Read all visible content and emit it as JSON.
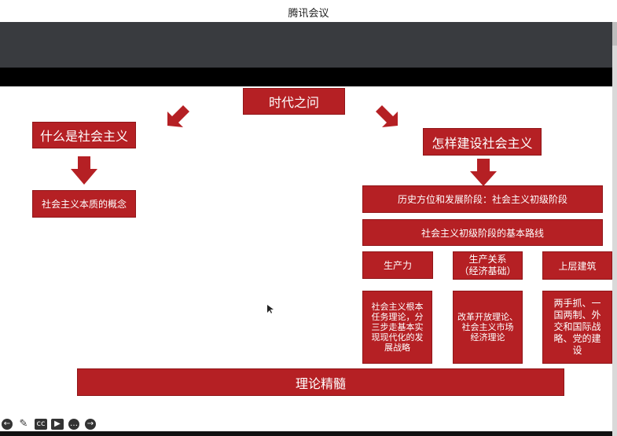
{
  "window": {
    "title": "腾讯会议"
  },
  "slide": {
    "top_label": "时代之问",
    "left_title": "什么是社会主义",
    "left_box": "社会主义本质的概念",
    "right_title": "怎样建设社会主义",
    "stage": "历史方位和发展阶段：社会主义初级阶段",
    "basic_line": "社会主义初级阶段的基本路线",
    "col_productivity": "生产力",
    "col_relations_1": "生产关系",
    "col_relations_2": "（经济基础）",
    "col_superstructure": "上层建筑",
    "detail_productivity_lines": [
      "社会主义根本",
      "任务理论，分",
      "三步走基本实",
      "现现代化的发",
      "展战略"
    ],
    "detail_relations_lines": [
      "改革开放理论、",
      "社会主义市场",
      "经济理论"
    ],
    "detail_superstructure_lines": [
      "两手抓、一",
      "国两制、外",
      "交和国际战",
      "略、党的建",
      "设"
    ],
    "bottom_label": "理论精髓"
  },
  "controls": {
    "prev_icon": "←",
    "pen_icon": "✎",
    "cc_icon": "cc",
    "video_icon": "▶",
    "more_icon": "…",
    "next_icon": "→"
  },
  "colors": {
    "accent": "#b52024",
    "toolbar": "#393b3f"
  }
}
